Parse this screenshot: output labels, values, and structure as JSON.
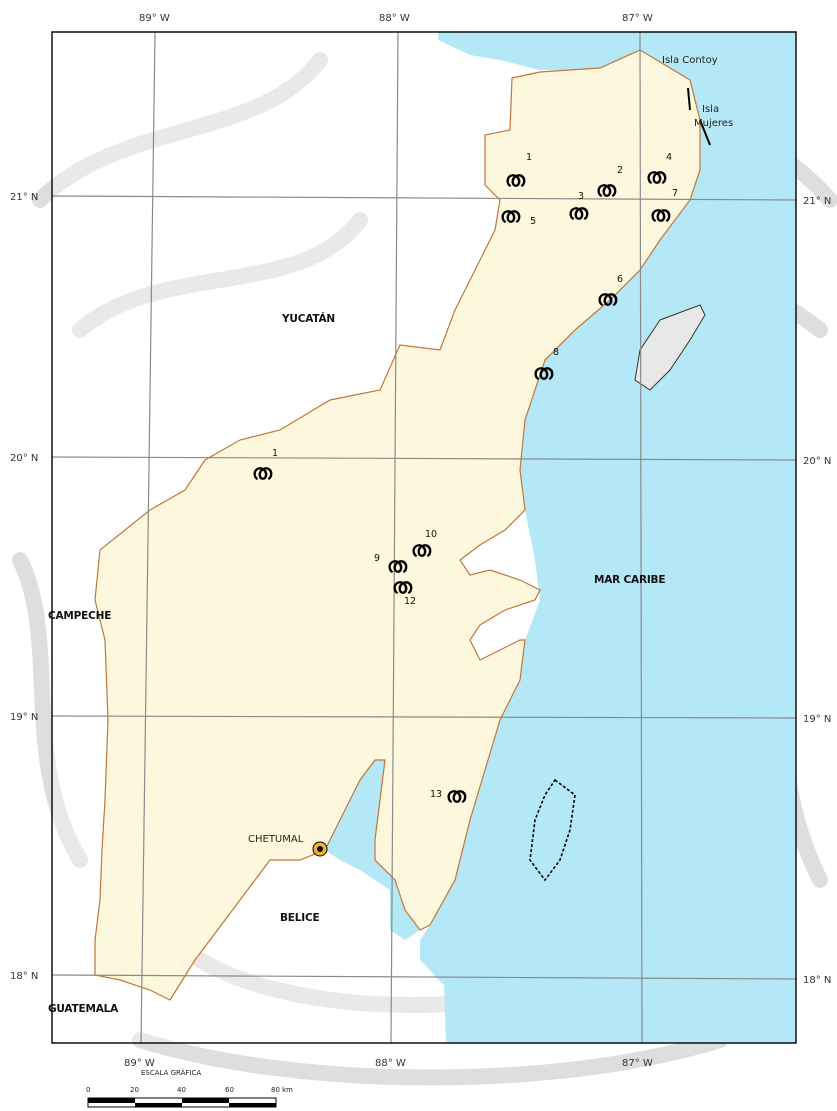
{
  "colors": {
    "land": "#fdf8dd",
    "land_border": "#c0763a",
    "sea": "#b5e8f6",
    "neighbor": "#ffffff",
    "grid": "#8a8a8a",
    "island": "#e8e8e8",
    "watermark": "#d9d9d9"
  },
  "graticule": {
    "lon_top": [
      "89° W",
      "88° W",
      "87° W"
    ],
    "lon_bottom": [
      "89° W",
      "88° W",
      "87° W"
    ],
    "lat_left": [
      "21° N",
      "20° N",
      "19° N",
      "18° N"
    ],
    "lat_right": [
      "21° N",
      "20° N",
      "19° N",
      "18° N"
    ]
  },
  "regions": {
    "yucatan": "YUCATÁN",
    "campeche": "CAMPECHE",
    "belice": "BELICE",
    "guatemala": "GUATEMALA",
    "sea": "MAR CARIBE"
  },
  "places": {
    "contoy": "Isla Contoy",
    "mujeres_1": "Isla",
    "mujeres_2": "Mujeres",
    "chetumal": "CHETUMAL"
  },
  "site_icon": "archaeological-site-icon",
  "site_glyph": "ത",
  "sites": [
    {
      "label": "1"
    },
    {
      "label": "2"
    },
    {
      "label": "3"
    },
    {
      "label": "4"
    },
    {
      "label": "5"
    },
    {
      "label": "6"
    },
    {
      "label": "7"
    },
    {
      "label": "8"
    },
    {
      "label": "1"
    },
    {
      "label": "10"
    },
    {
      "label": "9"
    },
    {
      "label": "12"
    },
    {
      "label": "13"
    }
  ],
  "scale": {
    "title": "ESCALA GRÁFICA",
    "ticks": [
      "0",
      "20",
      "40",
      "60",
      "80 km"
    ]
  }
}
